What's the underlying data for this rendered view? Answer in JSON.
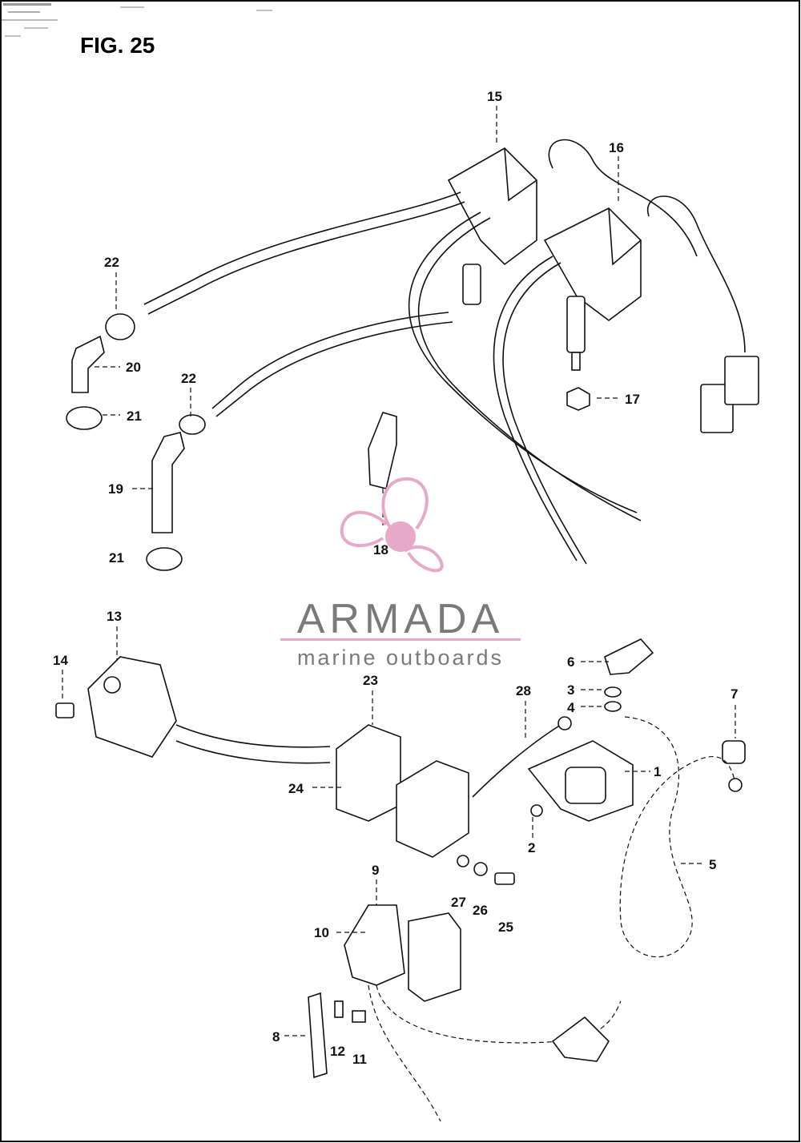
{
  "figure": {
    "title": "FIG. 25"
  },
  "watermark": {
    "brand": "ARMADA",
    "tagline": "marine outboards",
    "accent_color": "#e8a9c9",
    "text_color": "#7a7a7a",
    "icon": "propeller-icon"
  },
  "callouts": [
    {
      "id": "c15",
      "label": "15"
    },
    {
      "id": "c16",
      "label": "16"
    },
    {
      "id": "c17",
      "label": "17"
    },
    {
      "id": "c22a",
      "label": "22"
    },
    {
      "id": "c20",
      "label": "20"
    },
    {
      "id": "c21a",
      "label": "21"
    },
    {
      "id": "c22b",
      "label": "22"
    },
    {
      "id": "c19",
      "label": "19"
    },
    {
      "id": "c21b",
      "label": "21"
    },
    {
      "id": "c18",
      "label": "18"
    },
    {
      "id": "c13",
      "label": "13"
    },
    {
      "id": "c14",
      "label": "14"
    },
    {
      "id": "c23",
      "label": "23"
    },
    {
      "id": "c24",
      "label": "24"
    },
    {
      "id": "c28",
      "label": "28"
    },
    {
      "id": "c6",
      "label": "6"
    },
    {
      "id": "c3",
      "label": "3"
    },
    {
      "id": "c4",
      "label": "4"
    },
    {
      "id": "c7",
      "label": "7"
    },
    {
      "id": "c1",
      "label": "1"
    },
    {
      "id": "c2",
      "label": "2"
    },
    {
      "id": "c5",
      "label": "5"
    },
    {
      "id": "c9",
      "label": "9"
    },
    {
      "id": "c27",
      "label": "27"
    },
    {
      "id": "c26",
      "label": "26"
    },
    {
      "id": "c25",
      "label": "25"
    },
    {
      "id": "c10",
      "label": "10"
    },
    {
      "id": "c8",
      "label": "8"
    },
    {
      "id": "c12",
      "label": "12"
    },
    {
      "id": "c11",
      "label": "11"
    }
  ]
}
